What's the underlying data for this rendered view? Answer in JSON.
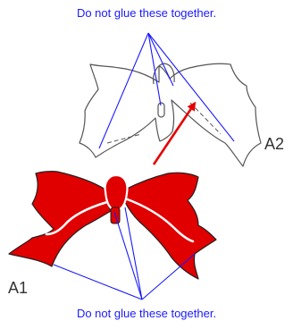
{
  "captions": {
    "top": "Do not glue these together.",
    "bottom": "Do not glue these together."
  },
  "parts": {
    "a2": "A2",
    "a1": "A1"
  },
  "colors": {
    "caption": "#1a1aff",
    "label": "#333333",
    "guide_line": "#1a1aff",
    "arrow": "#e60000",
    "bow_fill": "#e00000",
    "bow_outline": "#222222",
    "bow_highlight": "#ffffff",
    "pattern_fill": "#ffffff",
    "pattern_outline": "#555555"
  },
  "figure": {
    "top_piece": "bow-outline-a2",
    "bottom_piece": "red-bow-a1",
    "arrow_direction": "from A1 toward A2"
  }
}
